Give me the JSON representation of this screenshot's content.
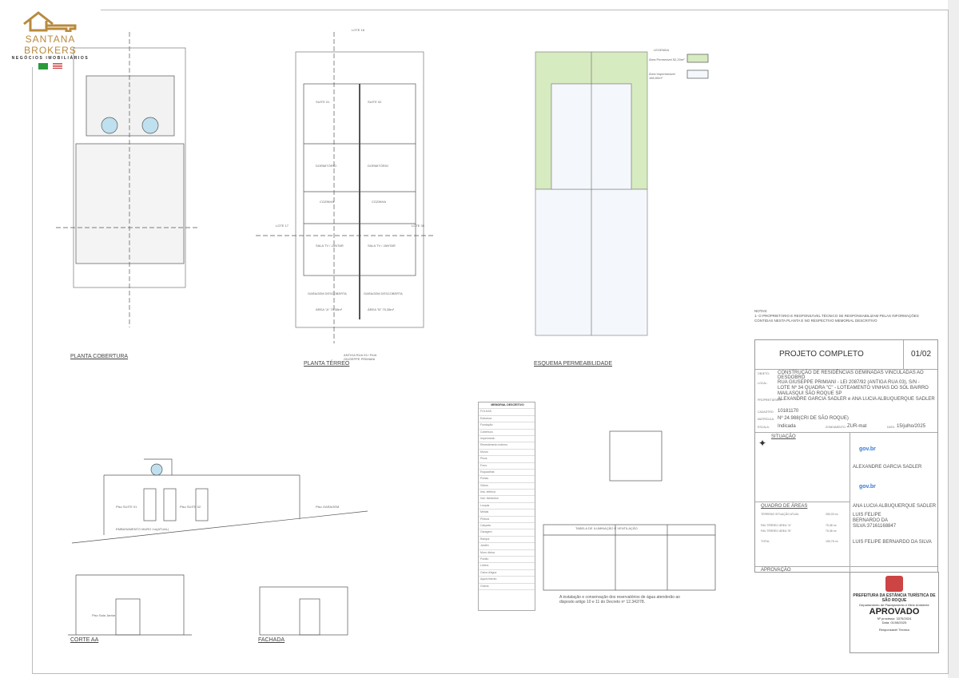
{
  "logo": {
    "brand": "SANTANA BROKERS",
    "tagline": "NEGÓCIOS IMOBILIÁRIOS"
  },
  "drawings": {
    "roof_plan": "PLANTA COBERTURA",
    "ground_plan": "PLANTA TÉRREO",
    "ground_street": "ANTIGA RUA 03 / RUA GIUSEPPE PRIMIANI",
    "permeability": "ESQUEMA PERMEABILIDADE",
    "section": "CORTE AA",
    "facade": "FACHADA",
    "lot_top": "LOTE 18",
    "lot_left": "LOTE 17",
    "lot_right": "LOTE 35",
    "rooms": [
      "SUITE 01",
      "SUITE 02",
      "DORMITÓRIO",
      "DORMITÓRIO",
      "COZINHA",
      "COZINHA",
      "SALA TV / JANTAR",
      "SALA TV / JANTAR",
      "GARAGEM DESCOBERTA",
      "GARAGEM DESCOBERTA"
    ],
    "area_a": "ÁREA \"A\" 75,38m²",
    "area_b": "ÁREA \"B\" 75,38m²",
    "section_labels": [
      "Piso SUITE 01",
      "Piso SUITE 02",
      "Piso GARAGEM",
      "EMBASAMENTO MURO 1m(ATUAL)",
      "Piso Sala Jantar"
    ]
  },
  "legend": {
    "title": "LEGENDA",
    "permeable": "Área Permeável 52,20m²",
    "impermeable": "Área Impermeável 186,50m²",
    "permeable_color": "#d6ebbf"
  },
  "notes": {
    "title": "NOTAS:",
    "text": "1- O PROPRIETÁRIO E RESPONSÁVEL TÉCNICO SE RESPONSABILIZAM PELAS INFORMAÇÕES CONTIDAS NESTA PLANTA E NO RESPECTIVO MEMORIAL DESCRITIVO"
  },
  "memorial": {
    "title": "MEMORIAL DESCRITIVO",
    "items": [
      "FOLHAS",
      "Estrutura",
      "Fundação",
      "Cobertura",
      "Impermeab.",
      "Revestimento externo",
      "Muros",
      "Pisos",
      "Forro",
      "Esquadrias",
      "Portas",
      "Vidros",
      "Inst. elétrica",
      "Inst. hidráulica",
      "Louças",
      "Metais",
      "Pintura",
      "Calçada",
      "Garagem",
      "Rampa",
      "Jardim",
      "Muro divisa",
      "Portão",
      "Lixeira",
      "Caixa d'água",
      "Aquecimento",
      "Outros"
    ]
  },
  "areas_table": {
    "title": "TABELA DE ILUMINAÇÃO E VENTILAÇÃO",
    "footnote": "A instalação e conservação dos reservatórios de água atenderão ao disposto artigo 10 e 11 do Decreto nº 12.342/78."
  },
  "title_block": {
    "title": "PROJETO COMPLETO",
    "sheet": "01/02",
    "object_label": "OBJETO:",
    "object": "CONSTRUÇÃO DE RESIDÊNCIAS GEMINADAS VINCULADAS AO DESDOBRO",
    "local_label": "LOCAL:",
    "local": "RUA GIUSEPPE PRIMIANI - LEI 2087/92 (ANTIGA RUA 03), S/N - LOTE Nº 34 QUADRA \"C\" - LOTEAMENTO VINHAS DO SOL BAIRRO MAILASQUI SÃO ROQUE SP",
    "owner_label": "PROPRIETÁRIOS:",
    "owner": "ALEXANDRE GARCIA SADLER e ANA LUCIA ALBUQUERQUE SADLER",
    "cadastro_label": "CADASTRO:",
    "cadastro": "10181170",
    "matricula_label": "MATRÍCULA:",
    "matricula": "Nº 24.988(CRI DE SÃO ROQUE)",
    "escala_label": "ESCALA:",
    "escala": "Indicada",
    "zona_label": "ZONEAMENTO:",
    "zona": "ZUR-mat",
    "data_label": "DATA:",
    "data": "15/julho/2025",
    "situacao": "SITUAÇÃO",
    "quadro": "QUADRO DE ÁREAS",
    "quadro_rows": [
      [
        "TERRENO SITUAÇÃO ATUAL",
        "250,00 m²"
      ],
      [
        "PAV TÉRREO ÁREA \"A\"",
        "75,38 m²"
      ],
      [
        "PAV TÉRREO ÁREA \"B\"",
        "75,38 m²"
      ],
      [
        "TOTAL",
        "150,76 m²"
      ]
    ],
    "signer1": "ALEXANDRE GARCIA SADLER",
    "signer2": "ANA LUCIA ALBUQUERQUE SADLER",
    "signer3_sig": "LUIS FELIPE BERNARDO DA SILVA:37161168847",
    "signer3": "LUIS FELIPE BERNARDO DA SILVA",
    "gov": "gov.br",
    "aprovacao": "APROVAÇÃO"
  },
  "stamp": {
    "org": "PREFEITURA DA ESTÂNCIA TURÍSTICA DE SÃO ROQUE",
    "dept": "Departamento de Planejamento e Meio Ambiente",
    "status": "APROVADO",
    "proc": "Nº processo: 3375/2024",
    "date": "Data: 01/08/2025",
    "resp": "Responsável Técnico"
  }
}
